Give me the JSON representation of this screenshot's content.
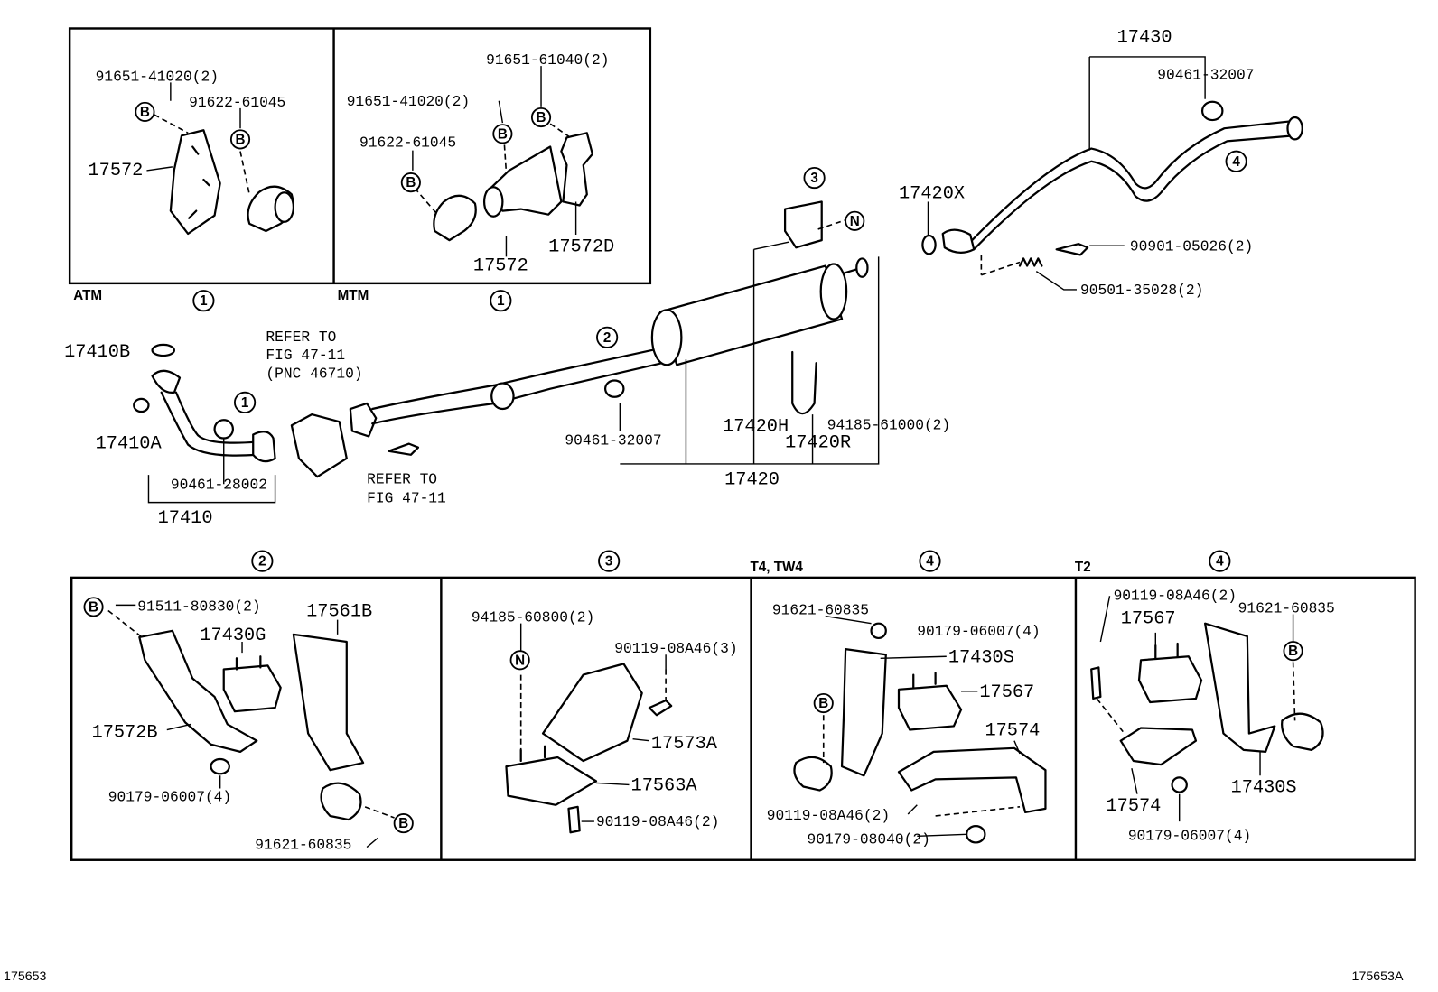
{
  "labels": {
    "p17430": "17430",
    "p90461_32007_a": "90461-32007",
    "p17420X": "17420X",
    "p90901_05026": "90901-05026(2)",
    "p90501_35028": "90501-35028(2)",
    "p91651_41020_a": "91651-41020(2)",
    "p91622_61045_a": "91622-61045",
    "p17572_a": "17572",
    "p91651_61040": "91651-61040(2)",
    "p91651_41020_b": "91651-41020(2)",
    "p91622_61045_b": "91622-61045",
    "p17572_b": "17572",
    "p17572D": "17572D",
    "atm": "ATM",
    "mtm": "MTM",
    "p17410B": "17410B",
    "refer1_l1": "REFER TO",
    "refer1_l2": "FIG 47-11",
    "refer1_l3": "(PNC 46710)",
    "p17410A": "17410A",
    "p90461_28002": "90461-28002",
    "p17410": "17410",
    "refer2_l1": "REFER TO",
    "refer2_l2": "FIG 47-11",
    "p90461_32007_b": "90461-32007",
    "p17420H": "17420H",
    "p94185_61000": "94185-61000(2)",
    "p17420R": "17420R",
    "p17420": "17420",
    "p91511_80830": "91511-80830(2)",
    "p17561B": "17561B",
    "p17430G": "17430G",
    "p17572B": "17572B",
    "p90179_06007_a": "90179-06007(4)",
    "p91621_60835_a": "91621-60835",
    "p94185_60800": "94185-60800(2)",
    "p90119_08A46_3": "90119-08A46(3)",
    "p17573A": "17573A",
    "p17563A": "17563A",
    "p90119_08A46_2a": "90119-08A46(2)",
    "t4tw4": "T4, TW4",
    "p91621_60835_b": "91621-60835",
    "p90179_06007_b": "90179-06007(4)",
    "p17430S_a": "17430S",
    "p17567_a": "17567",
    "p17574_a": "17574",
    "p90119_08A46_2b": "90119-08A46(2)",
    "p90179_08040": "90179-08040(2)",
    "t2": "T2",
    "p90119_08A46_2c": "90119-08A46(2)",
    "p91621_60835_c": "91621-60835",
    "p17567_b": "17567",
    "p17430S_b": "17430S",
    "p17574_b": "17574",
    "p90179_06007_c": "90179-06007(4)",
    "code_left": "175653",
    "code_right": "175653A"
  },
  "callouts": {
    "c1": "1",
    "c2": "2",
    "c3": "3",
    "c4": "4",
    "cB": "B",
    "cN": "N"
  }
}
